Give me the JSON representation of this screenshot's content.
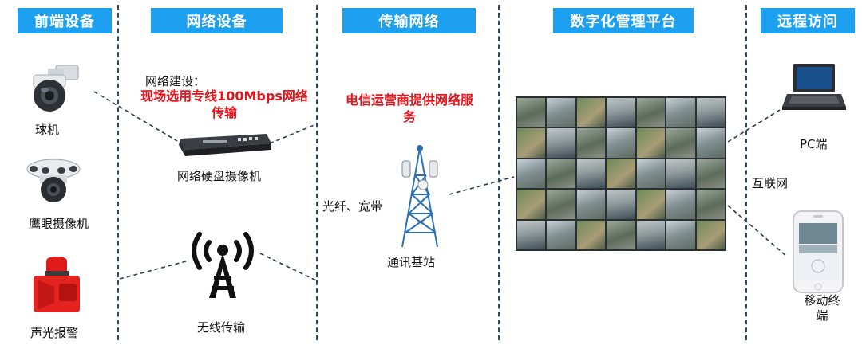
{
  "headers": {
    "frontend": "前端设备",
    "network": "网络设备",
    "transport": "传输网络",
    "platform": "数字化管理平台",
    "remote": "远程访问"
  },
  "frontend_devices": {
    "dome_camera": "球机",
    "eagle_eye_camera": "鹰眼摄像机",
    "sound_light_alarm": "声光报警"
  },
  "network_section": {
    "build_label": "网络建设：",
    "highlight": "现场选用专线100Mbps网络传输",
    "nvr_label": "网络硬盘摄像机",
    "wireless_label": "无线传输"
  },
  "transport_section": {
    "highlight": "电信运营商提供网络服务",
    "fiber_label": "光纤、宽带",
    "base_station_label": "通讯基站"
  },
  "remote_section": {
    "pc_label": "PC端",
    "internet_label": "互联网",
    "mobile_label": "移动终端"
  },
  "colors": {
    "header_bg": "#1ea0f0",
    "highlight_text": "#e8141b",
    "divider": "#2b4a66"
  }
}
